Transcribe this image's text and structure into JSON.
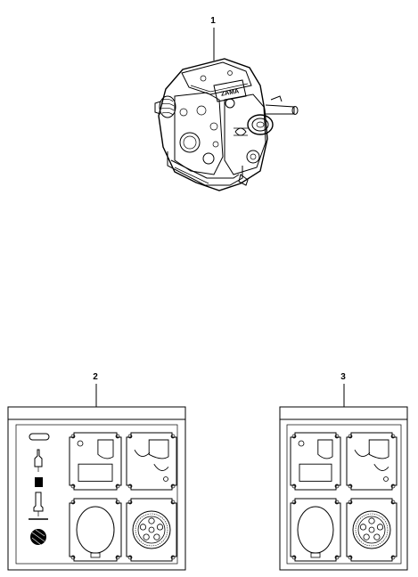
{
  "callouts": [
    {
      "id": "carburetor",
      "label": "1"
    },
    {
      "id": "kit-full",
      "label": "2"
    },
    {
      "id": "kit-gasket",
      "label": "3"
    }
  ],
  "carburetor": {
    "brand_mark": "ZAMA"
  },
  "colors": {
    "line": "#000000",
    "panel_fill": "#ffffff",
    "background": "#ffffff"
  }
}
